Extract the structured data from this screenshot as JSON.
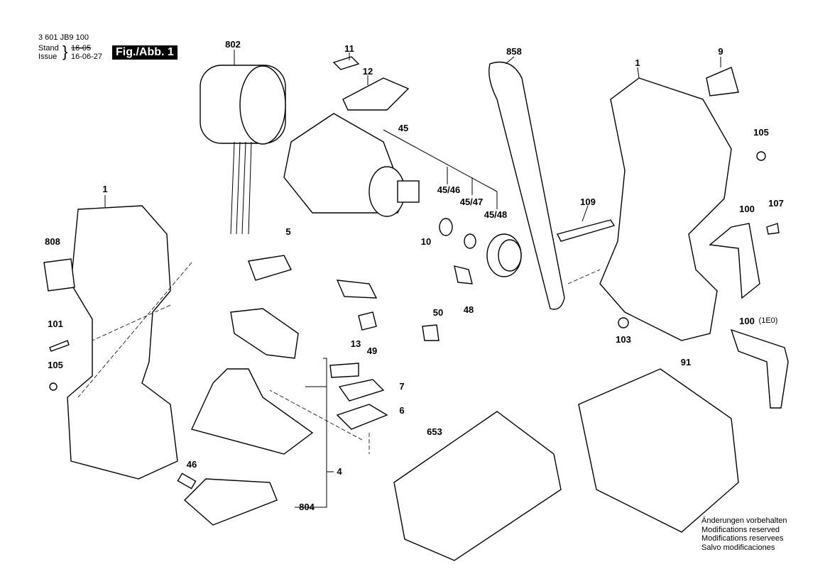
{
  "header": {
    "part_number": "3 601 JB9 100",
    "stand_label": "Stand",
    "issue_label": "Issue",
    "stand_value": "16-05",
    "issue_value": "16-06-27",
    "figure": "Fig./Abb. 1"
  },
  "parts": [
    "802",
    "11",
    "12",
    "858",
    "1",
    "9",
    "45",
    "105",
    "1",
    "45/46",
    "45/47",
    "45/48",
    "109",
    "100",
    "107",
    "808",
    "5",
    "10",
    "48",
    "50",
    "101",
    "49",
    "13",
    "103",
    "100",
    "(1E0)",
    "105",
    "91",
    "7",
    "6",
    "653",
    "4",
    "46",
    "804"
  ],
  "notes": [
    "Änderungen vorbehalten",
    "Modifications reserved",
    "Modifications reservees",
    "Salvo modificaciones"
  ]
}
